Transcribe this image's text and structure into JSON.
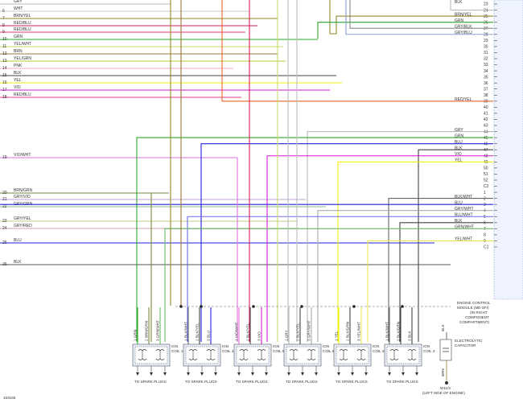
{
  "left_wires": [
    {
      "pin": "",
      "label": "GRY",
      "color": "#b8b8b8"
    },
    {
      "pin": "6",
      "label": "WHT",
      "color": "#c9c9c9"
    },
    {
      "pin": "7",
      "label": "BRN/YEL",
      "color": "#8f8a2a"
    },
    {
      "pin": "8",
      "label": "RED/BLU",
      "color": "#d81e5b"
    },
    {
      "pin": "9",
      "label": "RED/BLU",
      "color": "#e5358a"
    },
    {
      "pin": "10",
      "label": "GRN",
      "color": "#2ea82e"
    },
    {
      "pin": "11",
      "label": "YEL/WHT",
      "color": "#c9d96a"
    },
    {
      "pin": "12",
      "label": "BRN",
      "color": "#9a7b3a"
    },
    {
      "pin": "13",
      "label": "YEL/GRN",
      "color": "#b7c93a"
    },
    {
      "pin": "14",
      "label": "PNK",
      "color": "#f2a7c3"
    },
    {
      "pin": "15",
      "label": "BLK",
      "color": "#444444"
    },
    {
      "pin": "16",
      "label": "YEL",
      "color": "#f2f20a"
    },
    {
      "pin": "17",
      "label": "VIO",
      "color": "#d41bd4"
    },
    {
      "pin": "18",
      "label": "RED/BLU",
      "color": "#e03a8a"
    },
    {
      "pin": "19",
      "label": "VIO/WHT",
      "color": "#e070e0"
    },
    {
      "pin": "20",
      "label": "BRN/GRN",
      "color": "#7a8a3a"
    },
    {
      "pin": "21",
      "label": "GRY/VIO",
      "color": "#c7a0d6"
    },
    {
      "pin": "22",
      "label": "GRY/GRN",
      "color": "#8fbf8f"
    },
    {
      "pin": "23",
      "label": "GRY/YEL",
      "color": "#c4c48c"
    },
    {
      "pin": "24",
      "label": "GRY/RED",
      "color": "#d4a0a0"
    },
    {
      "pin": "25",
      "label": "BLU",
      "color": "#2222dd"
    },
    {
      "pin": "26",
      "label": "BLK",
      "color": "#555555"
    }
  ],
  "ecm_pins": [
    {
      "pin": "23",
      "label": "BLK",
      "color": "#444444"
    },
    {
      "pin": "24",
      "label": "",
      "color": ""
    },
    {
      "pin": "25",
      "label": "BRN/YEL",
      "color": "#8f8a2a"
    },
    {
      "pin": "26",
      "label": "GRN",
      "color": "#2ea82e"
    },
    {
      "pin": "27",
      "label": "GRY/BLK",
      "color": "#888888"
    },
    {
      "pin": "28",
      "label": "GRY/BLU",
      "color": "#8aa0d0"
    },
    {
      "pin": "29",
      "label": "",
      "color": ""
    },
    {
      "pin": "30",
      "label": "",
      "color": ""
    },
    {
      "pin": "31",
      "label": "",
      "color": ""
    },
    {
      "pin": "32",
      "label": "",
      "color": ""
    },
    {
      "pin": "33",
      "label": "",
      "color": ""
    },
    {
      "pin": "34",
      "label": "",
      "color": ""
    },
    {
      "pin": "35",
      "label": "",
      "color": ""
    },
    {
      "pin": "36",
      "label": "",
      "color": ""
    },
    {
      "pin": "37",
      "label": "",
      "color": ""
    },
    {
      "pin": "38",
      "label": "",
      "color": ""
    },
    {
      "pin": "39",
      "label": "RED/YEL",
      "color": "#e8662a"
    },
    {
      "pin": "40",
      "label": "",
      "color": ""
    },
    {
      "pin": "41",
      "label": "",
      "color": ""
    },
    {
      "pin": "42",
      "label": "",
      "color": ""
    },
    {
      "pin": "43",
      "label": "",
      "color": ""
    },
    {
      "pin": "44",
      "label": "GRY",
      "color": "#b8b8b8"
    },
    {
      "pin": "45",
      "label": "GRN",
      "color": "#2ea82e"
    },
    {
      "pin": "46",
      "label": "BLU",
      "color": "#2222dd"
    },
    {
      "pin": "47",
      "label": "BLK",
      "color": "#444444"
    },
    {
      "pin": "48",
      "label": "VIO",
      "color": "#d41bd4"
    },
    {
      "pin": "49",
      "label": "YEL",
      "color": "#f2f20a"
    },
    {
      "pin": "50",
      "label": "",
      "color": ""
    },
    {
      "pin": "51",
      "label": "",
      "color": ""
    },
    {
      "pin": "52",
      "label": "",
      "color": ""
    },
    {
      "pin": "C2",
      "label": "",
      "color": ""
    },
    {
      "pin": "1",
      "label": "",
      "color": ""
    },
    {
      "pin": "2",
      "label": "BLK/WHT",
      "color": "#666666"
    },
    {
      "pin": "3",
      "label": "BLU",
      "color": "#2222dd"
    },
    {
      "pin": "4",
      "label": "GRY/WHT",
      "color": "#aaaaaa"
    },
    {
      "pin": "5",
      "label": "BLU/WHT",
      "color": "#6a6aee"
    },
    {
      "pin": "6",
      "label": "BLK",
      "color": "#444444"
    },
    {
      "pin": "7",
      "label": "GRN/WHT",
      "color": "#66bb66"
    },
    {
      "pin": "8",
      "label": "",
      "color": ""
    },
    {
      "pin": "9",
      "label": "YEL/WHT",
      "color": "#e6e64a"
    },
    {
      "pin": "C1",
      "label": "",
      "color": ""
    }
  ],
  "ecm_label": {
    "lines": [
      "ENGINE CONTROL",
      "MODULE (ME-SFI)",
      "(IN RIGHT",
      "COMPONENT",
      "COMPARTMENT)"
    ]
  },
  "coils": [
    {
      "pins": [
        "1 GRN",
        "2 BRN/GRN",
        "3 GRN/WHT"
      ],
      "name": "IGN COIL 1",
      "footer": "TO SPARK PLUGS"
    },
    {
      "pins": [
        "1 BLK/WHT",
        "2 BLK/YEL",
        "3 BLU"
      ],
      "name": "IGN COIL 4",
      "footer": "TO SPARK PLUGS"
    },
    {
      "pins": [
        "1 VIO/WHT",
        "2 BLK/YEL",
        "3 VIO"
      ],
      "name": "IGN COIL 5",
      "footer": "TO SPARK PLUGS"
    },
    {
      "pins": [
        "1 GRY",
        "2 BLK/YEL",
        "3 GRY/WHT"
      ],
      "name": "IGN COIL 6",
      "footer": "TO SPARK PLUGS"
    },
    {
      "pins": [
        "1 YEL",
        "2 BLK/GRN",
        "3 YEL/WHT"
      ],
      "name": "IGN COIL 3",
      "footer": "TO SPARK PLUGS"
    },
    {
      "pins": [
        "1 BLK/WHT",
        "2 BLK/GRN",
        "3 BLK"
      ],
      "name": "IGN COIL 2",
      "footer": "TO SPARK PLUGS"
    }
  ],
  "capacitor": {
    "top_label": "BLK",
    "label_lines": [
      "ELECTROLYTIC",
      "CAPACITOR"
    ],
    "bottom_label": "BRN",
    "ground": "W11/3",
    "ground_note": "(LEFT SIDE OF ENGINE)"
  },
  "figure_id": "193165"
}
